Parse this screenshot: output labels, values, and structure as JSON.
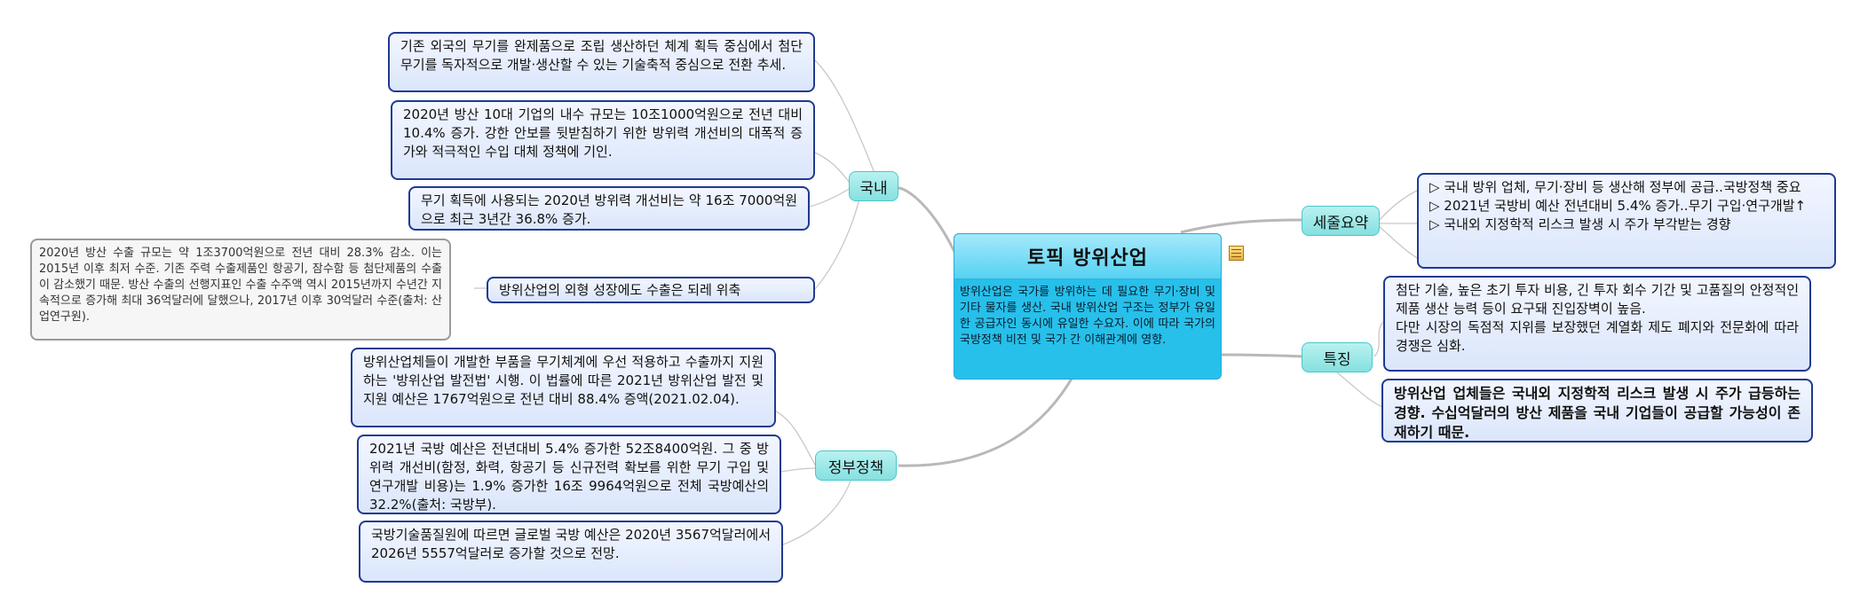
{
  "root": {
    "title": "토픽  방위산업",
    "description": "방위산업은 국가를 방위하는 데 필요한 무기·장비 및 기타 물자를 생산. 국내 방위산업 구조는 정부가 유일한 공급자인 동시에 유일한 수요자. 이에 따라 국가의 국방정책 비전 및 국가 간 이해관계에 영향."
  },
  "branches": {
    "domestic": {
      "label": "국내",
      "items": [
        "기존 외국의 무기를 완제품으로 조립 생산하던 체계 획득 중심에서 첨단무기를 독자적으로 개발·생산할 수 있는 기술축적 중심으로 전환 추세.",
        "2020년 방산 10대 기업의 내수 규모는 10조1000억원으로 전년 대비 10.4% 증가. 강한 안보를 뒷받침하기 위한 방위력 개선비의 대폭적 증가와 적극적인 수입 대체 정책에 기인.",
        "무기 획득에 사용되는 2020년 방위력 개선비는 약 16조 7000억원으로 최근 3년간 36.8% 증가.",
        "방위산업의 외형 성장에도 수출은 되레 위축"
      ],
      "export_note": "2020년 방산 수출 규모는 약 1조3700억원으로 전년 대비 28.3% 감소. 이는 2015년 이후 최저 수준. 기존 주력 수출제품인 항공기, 잠수함 등 첨단제품의 수출이 감소했기 때문. 방산 수출의 선행지표인 수출 수주액 역시 2015년까지 수년간 지속적으로 증가해 최대 36억달러에 달했으나, 2017년 이후 30억달러 수준(출처: 산업연구원)."
    },
    "policy": {
      "label": "정부정책",
      "items": [
        "방위산업체들이 개발한 부품을 무기체계에 우선 적용하고 수출까지 지원하는 '방위산업 발전법' 시행. 이 법률에 따른 2021년 방위산업 발전 및 지원 예산은 1767억원으로 전년 대비 88.4% 증액(2021.02.04).",
        "2021년 국방 예산은 전년대비 5.4% 증가한 52조8400억원. 그 중 방위력 개선비(함정, 화력, 항공기 등 신규전력 확보를 위한 무기 구입 및 연구개발 비용)는 1.9% 증가한 16조 9964억원으로 전체 국방예산의 32.2%(출처: 국방부).",
        "국방기술품질원에 따르면 글로벌 국방 예산은 2020년 3567억달러에서 2026년 5557억달러로 증가할 것으로 전망."
      ]
    },
    "summary": {
      "label": "세줄요약",
      "lines": [
        "▷ 국내 방위 업체, 무기·장비 등 생산해 정부에 공급..국방정책 중요",
        "▷ 2021년 국방비 예산 전년대비 5.4% 증가..무기 구입·연구개발↑",
        "▷ 국내외 지정학적 리스크 발생 시 주가 부각받는 경향"
      ]
    },
    "features": {
      "label": "특징",
      "lines": [
        "첨단 기술, 높은 초기 투자 비용, 긴 투자 회수 기간 및 고품질의 안정적인 제품 생산 능력 등이 요구돼 진입장벽이 높음.",
        "다만 시장의 독점적 지위를 보장했던 계열화 제도 폐지와 전문화에 따라 경쟁은 심화."
      ],
      "highlight": "방위산업 업체들은 국내외 지정학적 리스크 발생 시 주가 급등하는 경향. 수십억달러의 방산 제품을 국내 기업들이 공급할 가능성이 존재하기 때문."
    }
  },
  "icons": {
    "note": "note-icon"
  },
  "colors": {
    "leaf_border": "#1f3a93",
    "branch_fill": "#86e0e0",
    "root_fill": "#27c0ea",
    "link": "#b8b8b8"
  }
}
